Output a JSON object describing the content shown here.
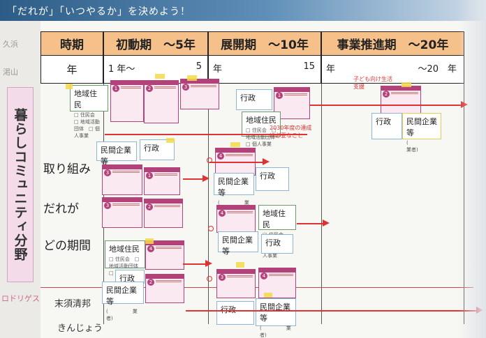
{
  "banner": {
    "text": "「だれが」「いつやるか」を決めよう！"
  },
  "side_names": [
    "久浜",
    "渇山"
  ],
  "header": {
    "label": "時期",
    "periods": [
      "初動期　～5年",
      "展開期　～10年",
      "事業推進期　～20年"
    ]
  },
  "years": {
    "label": "年",
    "p1_start": "1 年～",
    "p1_end": "5",
    "p2_start": "年",
    "p2_end": "15",
    "p3_start": "年",
    "p3_end": "～20　年"
  },
  "category": "暮らしコミュニティ分野",
  "questions": [
    "取り組み",
    "だれが",
    "どの期間"
  ],
  "names": {
    "pink": "ロドリゲス",
    "hand1": "末須清邦",
    "hand2": "きんじょう"
  },
  "cards": {
    "chiiki": "地域住民",
    "gyosei": "行政",
    "minkan": "民間企業等",
    "sub_jimoto": "□ 住民会　□ 地域活動団体　□ 個人事業",
    "sub_minkan": "(　　　　　業者)"
  },
  "annotations": {
    "red_note1": "2030年度の達成 に必要なこと",
    "red_note2": "子ども向け生活支援"
  }
}
